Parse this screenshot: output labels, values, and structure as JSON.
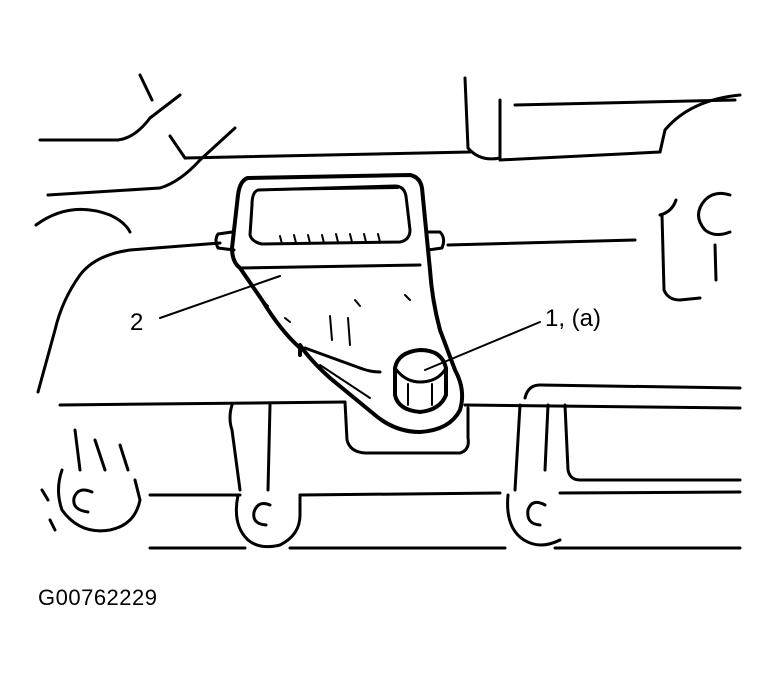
{
  "callouts": [
    {
      "id": "1",
      "label": "1, (a)"
    },
    {
      "id": "2",
      "label": "2"
    }
  ],
  "figure_code": "G00762229"
}
